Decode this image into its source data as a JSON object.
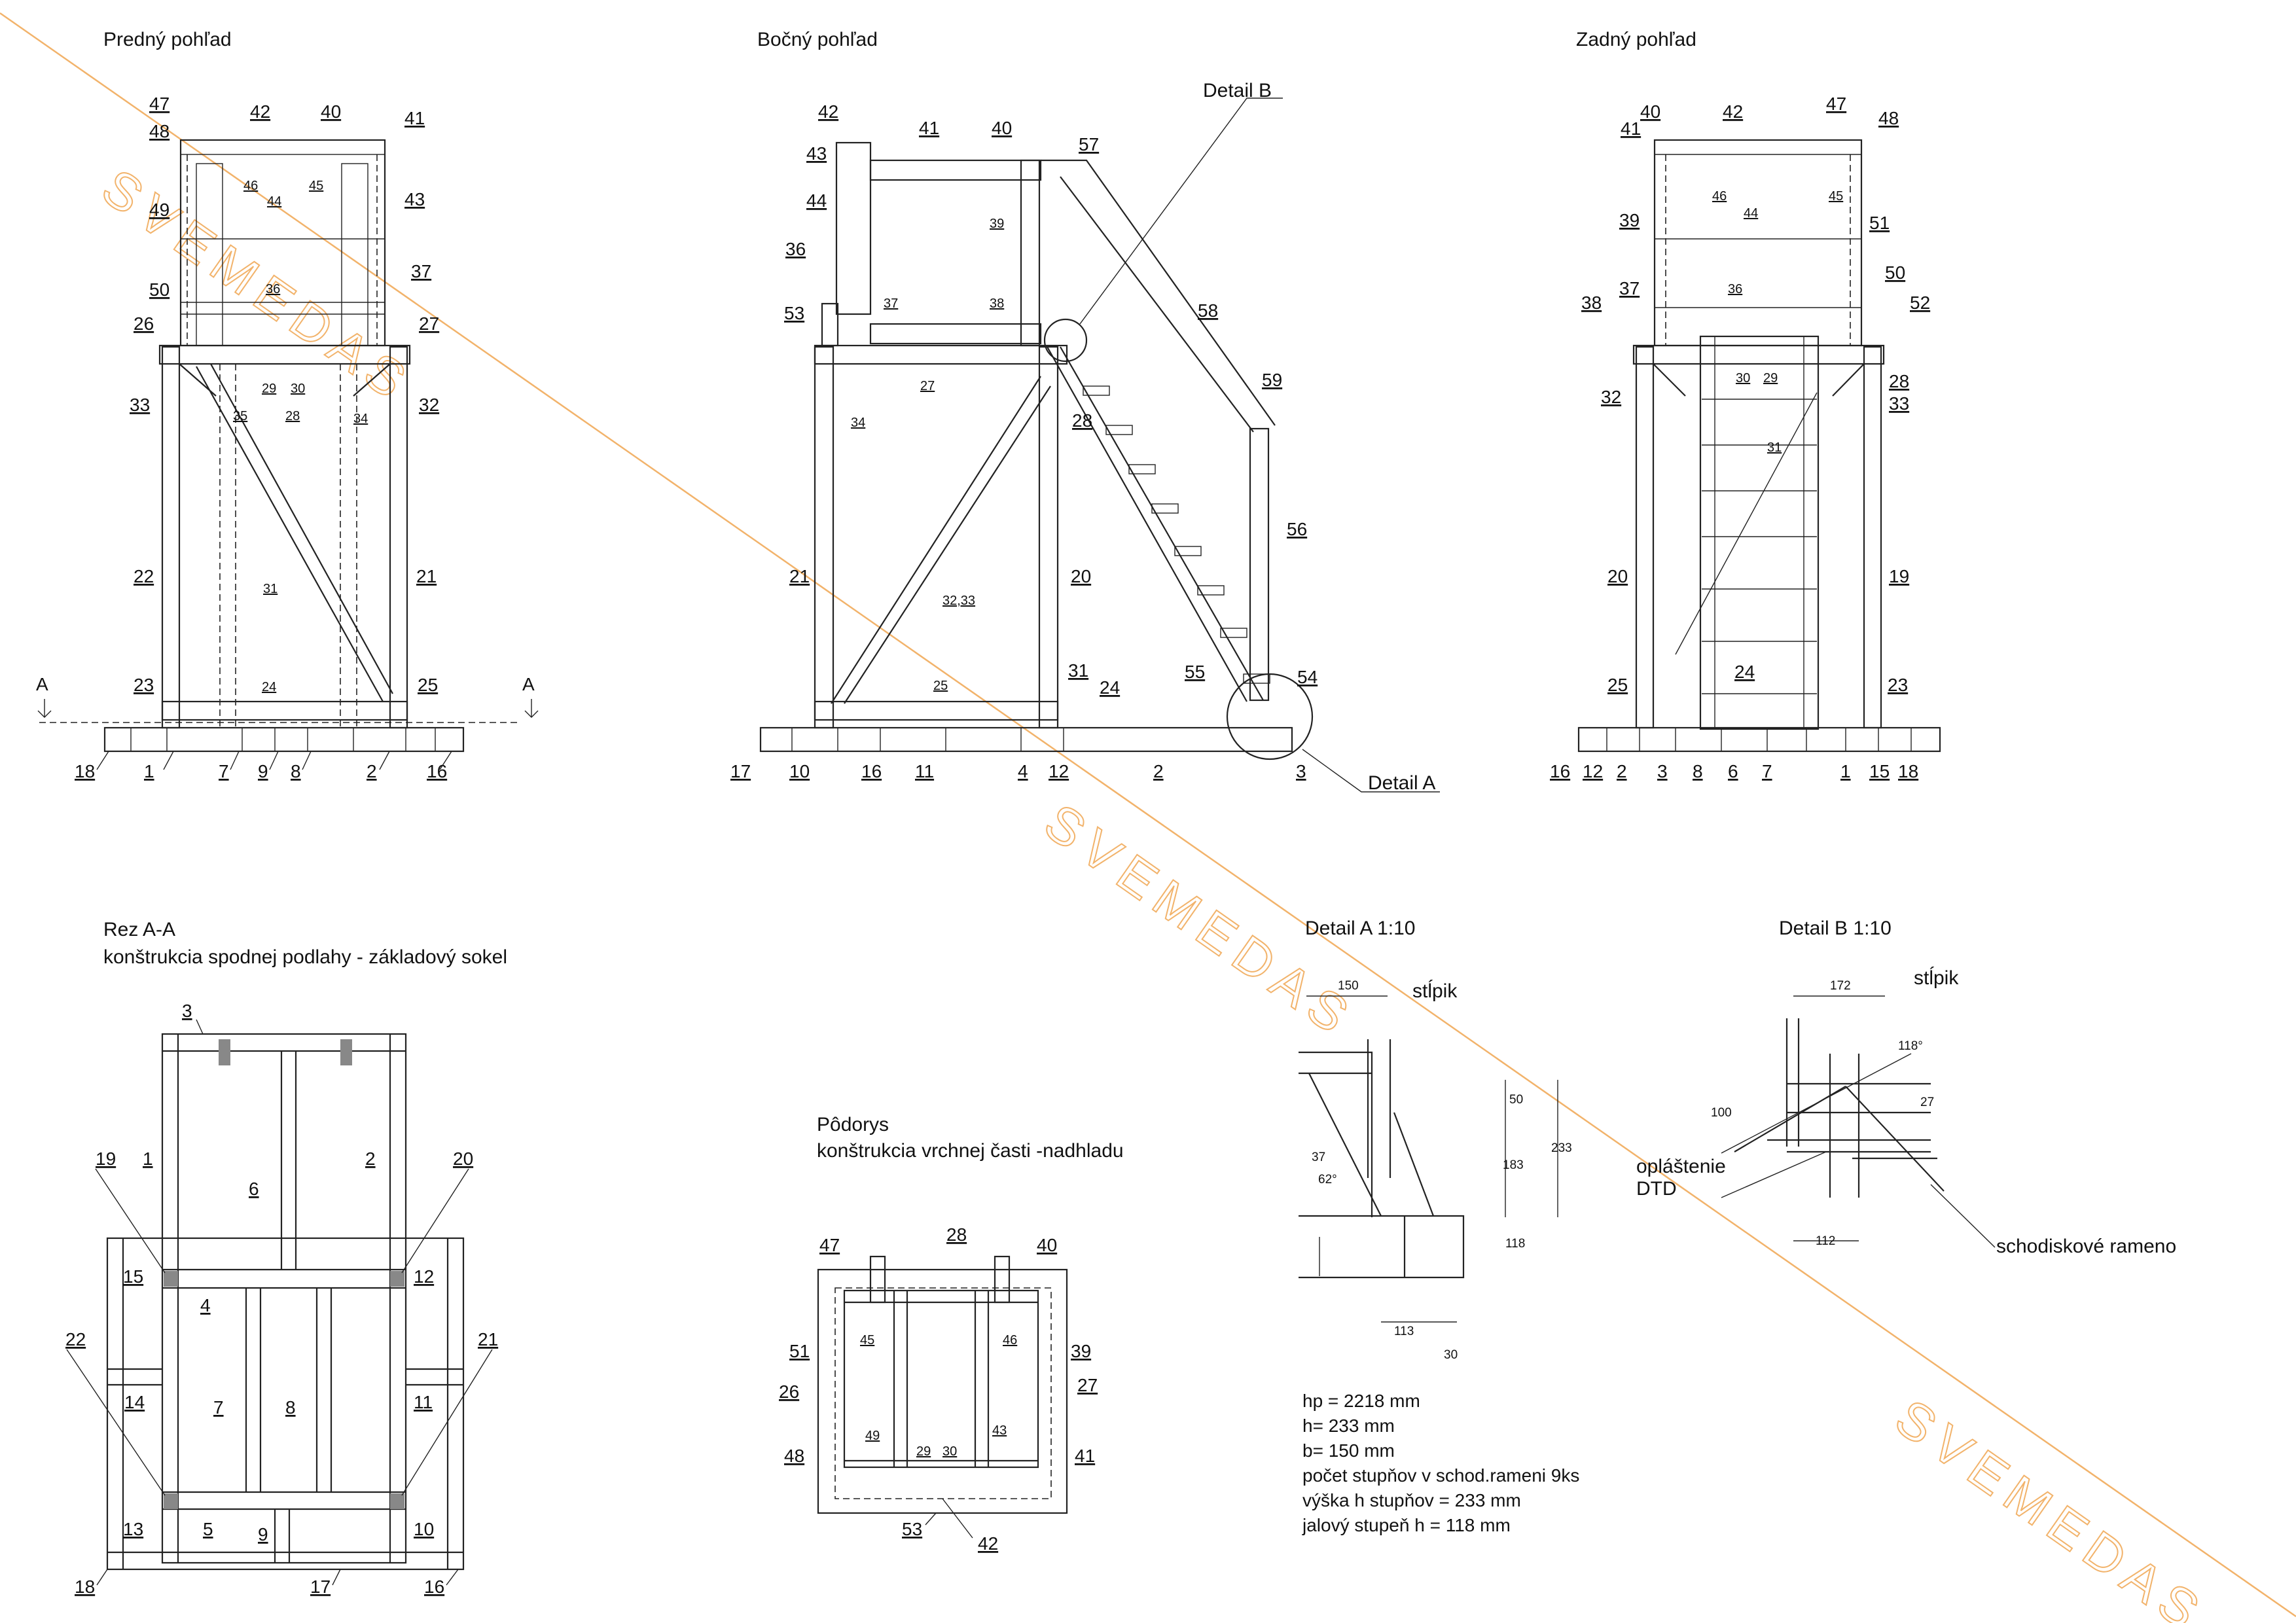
{
  "views": {
    "front": {
      "title": "Predný pohľad"
    },
    "side": {
      "title": "Bočný pohľad"
    },
    "back": {
      "title": "Zadný pohľad"
    },
    "section": {
      "title": "Rez A-A",
      "subtitle": "konštrukcia spodnej podlahy - základový sokel"
    },
    "plan": {
      "title": "Pôdorys",
      "subtitle": "konštrukcia vrchnej časti -nadhladu"
    },
    "detail_a": {
      "title": "Detail A 1:10",
      "callout": "Detail A"
    },
    "detail_b": {
      "title": "Detail B 1:10",
      "callout": "Detail B"
    }
  },
  "section_marker": "A",
  "front_labels": [
    "47",
    "48",
    "42",
    "40",
    "41",
    "49",
    "43",
    "46",
    "45",
    "44",
    "50",
    "36",
    "37",
    "26",
    "27",
    "33",
    "29",
    "30",
    "32",
    "35",
    "28",
    "34",
    "31",
    "22",
    "21",
    "23",
    "24",
    "25",
    "18",
    "1",
    "7",
    "9",
    "8",
    "2",
    "16"
  ],
  "side_labels": [
    "42",
    "43",
    "41",
    "40",
    "57",
    "44",
    "39",
    "36",
    "37",
    "38",
    "53",
    "27",
    "34",
    "58",
    "28",
    "59",
    "56",
    "21",
    "32,33",
    "20",
    "31",
    "24",
    "25",
    "55",
    "54",
    "17",
    "10",
    "16",
    "11",
    "4",
    "12",
    "2",
    "3"
  ],
  "back_labels": [
    "40",
    "42",
    "47",
    "48",
    "41",
    "46",
    "45",
    "39",
    "44",
    "51",
    "37",
    "36",
    "50",
    "38",
    "52",
    "32",
    "30",
    "29",
    "28",
    "33",
    "31",
    "20",
    "19",
    "25",
    "24",
    "23",
    "16",
    "12",
    "2",
    "3",
    "8",
    "6",
    "7",
    "1",
    "15",
    "18"
  ],
  "section_labels": [
    "3",
    "1",
    "2",
    "6",
    "19",
    "20",
    "15",
    "12",
    "4",
    "22",
    "21",
    "14",
    "11",
    "7",
    "8",
    "13",
    "5",
    "9",
    "10",
    "18",
    "17",
    "16"
  ],
  "plan_labels": [
    "28",
    "47",
    "40",
    "45",
    "46",
    "51",
    "39",
    "26",
    "27",
    "48",
    "49",
    "29",
    "30",
    "43",
    "41",
    "53",
    "42"
  ],
  "detail_a": {
    "post_label": "stĺpik",
    "dims": [
      "150",
      "50",
      "233",
      "183",
      "37",
      "62°",
      "118",
      "113",
      "30"
    ]
  },
  "detail_b": {
    "post_label": "stĺpik",
    "cladding_line1": "opláštenie",
    "cladding_line2": "DTD",
    "stair_label": "schodiskové rameno",
    "dims": [
      "172",
      "118°",
      "100",
      "27",
      "112"
    ]
  },
  "parameters": [
    "hp = 2218 mm",
    "h= 233 mm",
    "b= 150 mm",
    "počet stupňov v schod.rameni 9ks",
    "výška h stupňov = 233 mm",
    "jalový stupeň h = 118 mm"
  ],
  "watermark": "SVEMEDAS",
  "colors": {
    "line": "#222222",
    "watermark": "#f2b36b"
  }
}
